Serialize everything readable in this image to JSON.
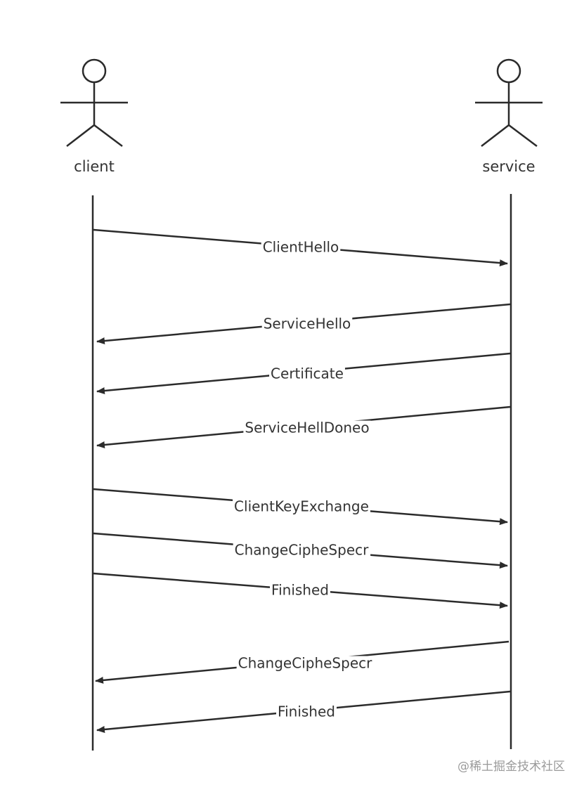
{
  "participants": [
    {
      "id": "client",
      "label": "client"
    },
    {
      "id": "service",
      "label": "service"
    }
  ],
  "messages": [
    {
      "label": "ClientHello",
      "from": "client",
      "to": "service"
    },
    {
      "label": "ServiceHello",
      "from": "service",
      "to": "client"
    },
    {
      "label": "Certificate",
      "from": "service",
      "to": "client"
    },
    {
      "label": "ServiceHellDoneo",
      "from": "service",
      "to": "client"
    },
    {
      "label": "ClientKeyExchange",
      "from": "client",
      "to": "service"
    },
    {
      "label": "ChangeCipheSpecr",
      "from": "client",
      "to": "service"
    },
    {
      "label": "Finished",
      "from": "client",
      "to": "service"
    },
    {
      "label": "ChangeCipheSpecr",
      "from": "service",
      "to": "client"
    },
    {
      "label": "Finished",
      "from": "service",
      "to": "client"
    }
  ],
  "watermark": "@稀土掘金技术社区"
}
